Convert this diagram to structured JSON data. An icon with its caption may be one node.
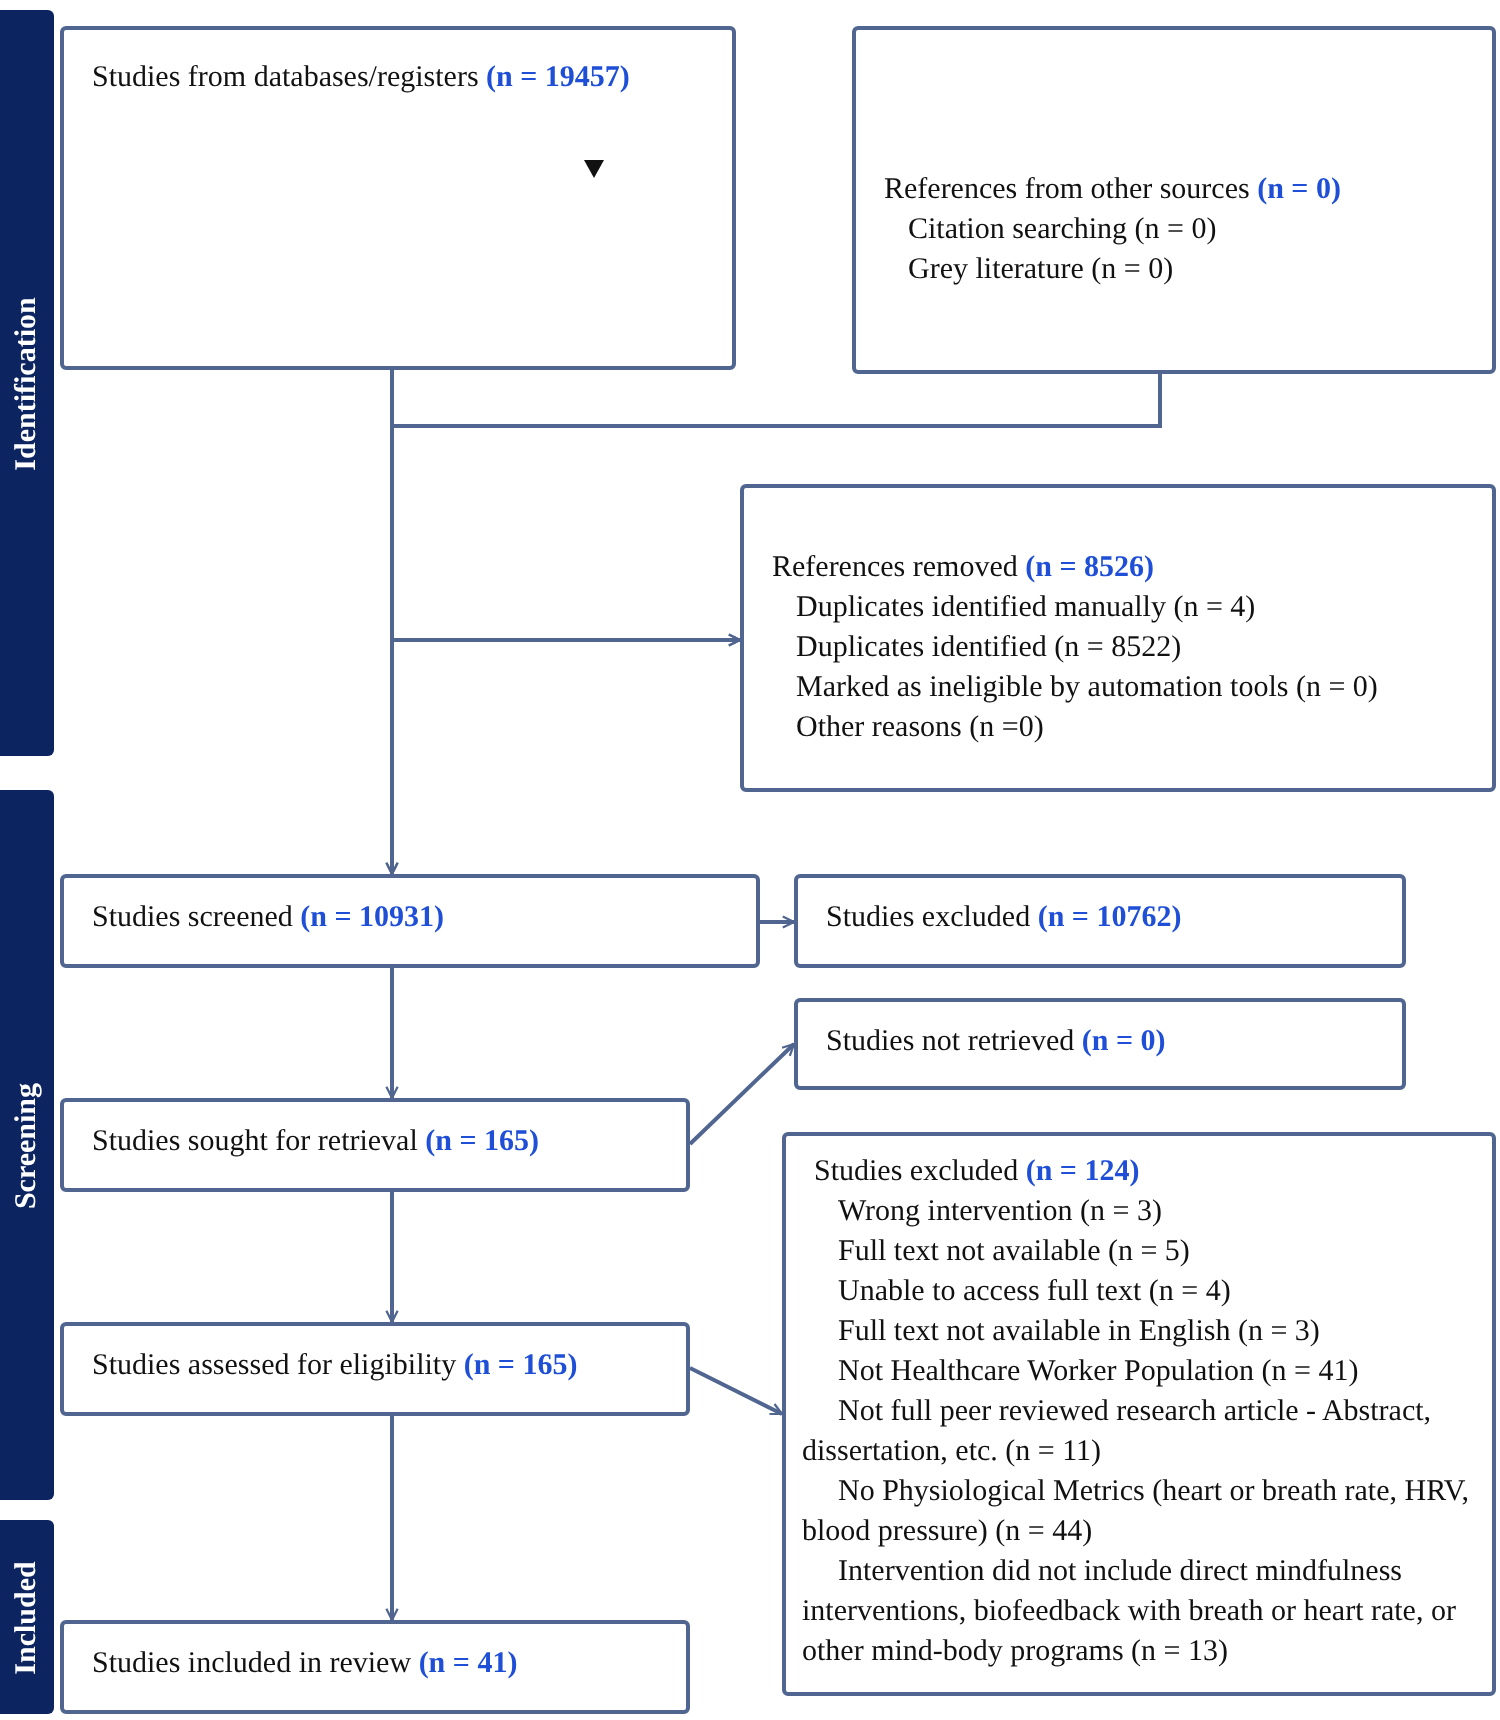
{
  "diagram": {
    "nodes": [
      {
        "text": [
          "Identification"
        ]
      },
      {
        "text": [
          "Screening"
        ]
      },
      {
        "text": [
          "Included"
        ]
      },
      {
        "text": [
          "Studies from databases/registers **(n = 19457)**"
        ]
      },
      {
        "text": [
          "References from other sources **(n = 0)**",
          "Citation searching (n = 0)",
          "Grey literature (n = 0)"
        ]
      },
      {
        "text": [
          "References removed **(n = 8526)**",
          "Duplicates identified manually (n = 4)",
          "Duplicates identified (n = 8522)",
          "Marked as ineligible by automation tools (n = 0)",
          "Other reasons (n =0)"
        ]
      },
      {
        "text": [
          "Studies screened **(n = 10931)**"
        ]
      },
      {
        "text": [
          "Studies excluded **(n = 10762)**"
        ]
      },
      {
        "text": [
          "Studies not retrieved **(n = 0)**"
        ]
      },
      {
        "text": [
          "Studies sought for retrieval **(n = 165)**"
        ]
      },
      {
        "text": [
          "Studies excluded **(n = 124)**",
          "Wrong intervention (n = 3)",
          "Full text not available (n = 5)",
          "Unable to access full text (n = 4)",
          "Full text not available in English (n = 3)",
          "Not Healthcare Worker Population (n = 41)",
          "Not full peer reviewed research article - Abstract, dissertation, etc. (n = 11)",
          "No Physiological Metrics (heart or breath rate, HRV, blood pressure) (n = 44)",
          "Intervention did not include direct mindfulness interventions, biofeedback with breath or heart rate, or other mind-body programs (n = 13)"
        ]
      },
      {
        "text": [
          "Studies assessed for eligibility **(n = 165)**"
        ]
      },
      {
        "text": [
          "Studies included in review **(n = 41)**"
        ]
      }
    ],
    "edges": [
      {
        "from": 3,
        "to": 6,
        "arrow": "to"
      },
      {
        "from": 4,
        "to": 6,
        "arrow": "to"
      },
      {
        "from": 3,
        "to": 5,
        "arrow": "to"
      },
      {
        "from": 4,
        "to": 5,
        "arrow": "to"
      },
      {
        "from": 6,
        "to": 7,
        "arrow": "to"
      },
      {
        "from": 6,
        "to": 9,
        "arrow": "to"
      },
      {
        "from": 9,
        "to": 8,
        "arrow": "to"
      },
      {
        "from": 9,
        "to": 11,
        "arrow": "to"
      },
      {
        "from": 11,
        "to": 10,
        "arrow": "to"
      },
      {
        "from": 11,
        "to": 12,
        "arrow": "to"
      }
    ]
  }
}
